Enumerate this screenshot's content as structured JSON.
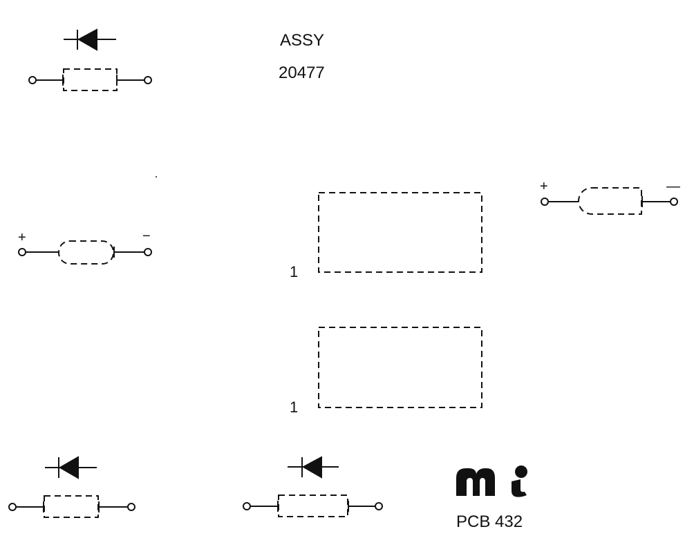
{
  "assembly": {
    "label": "ASSY",
    "number": "20477"
  },
  "board_id": "PCB 432",
  "logo": {
    "name": "mi-logo",
    "text": "Mi"
  },
  "ic_footprints": [
    {
      "name": "ic-footprint-upper",
      "pin1_label": "1"
    },
    {
      "name": "ic-footprint-lower",
      "pin1_label": "1"
    }
  ],
  "capacitors": [
    {
      "name": "capacitor-left",
      "plus": "+",
      "minus": "−"
    },
    {
      "name": "capacitor-right",
      "plus": "+",
      "minus": "—"
    }
  ],
  "diodes": [
    {
      "name": "diode-top-left"
    },
    {
      "name": "diode-bottom-left"
    },
    {
      "name": "diode-bottom-middle"
    }
  ],
  "colors": {
    "ink": "#111111",
    "background": "#ffffff"
  }
}
